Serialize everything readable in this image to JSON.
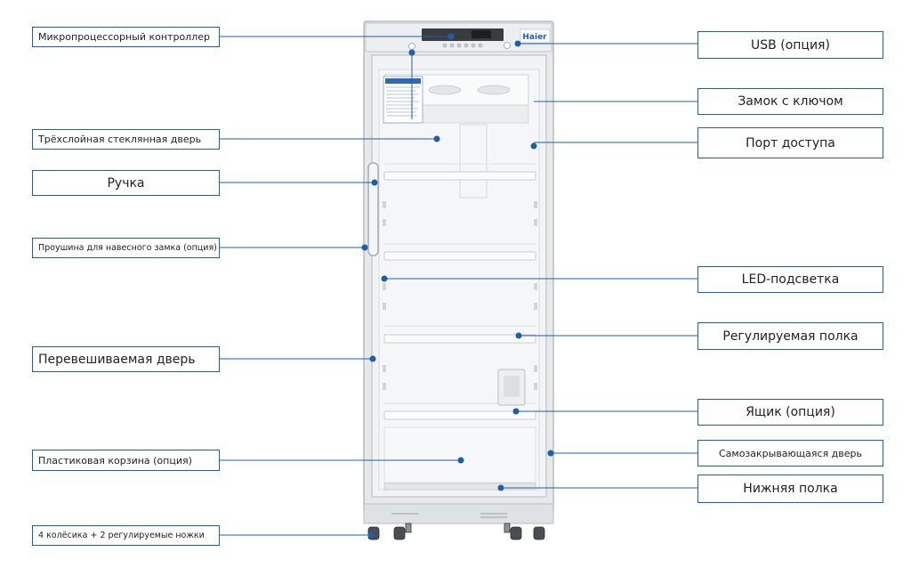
{
  "colors": {
    "accent": "#1f5fa8",
    "line": "#1f5fa8",
    "cabinet": "#e6e8ea",
    "glass": "#f2f3f4"
  },
  "brand": "Haier",
  "controller_panel_text": [
    "",
    ""
  ],
  "labels": {
    "controller": "Микропроцессорный контроллер",
    "glass_door": "Трёхслойная стеклянная дверь",
    "handle": "Ручка",
    "padlock_eye": "Проушина для навесного замка (опция)",
    "reversible_door": "Перевешиваемая дверь",
    "plastic_basket": "Пластиковая корзина (опция)",
    "casters": "4 колёсика + 2 регулируемые ножки",
    "usb": "USB (опция)",
    "key_lock": "Замок с ключом",
    "access_port": "Порт доступа",
    "led": "LED-подсветка",
    "adjustable_shelf": "Регулируемая полка",
    "drawer": "Ящик (опция)",
    "self_closing_door": "Самозакрывающаяся дверь",
    "bottom_shelf": "Нижняя полка"
  }
}
